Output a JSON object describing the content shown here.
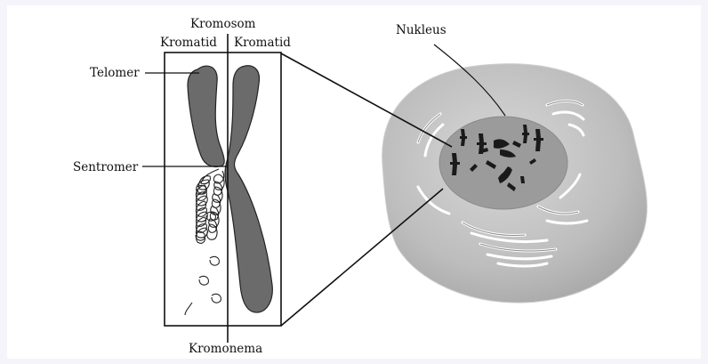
{
  "labels": {
    "kromosom": "Kromosom",
    "kromatid_left": "Kromatid",
    "kromatid_right": "Kromatid",
    "telomer": "Telomer",
    "sentromer": "Sentromer",
    "kromonema": "Kromonema",
    "nukleus": "Nukleus"
  },
  "colors": {
    "background": "#f4f4fa",
    "panel": "#ffffff",
    "chromatid_fill": "#6b6b6b",
    "cell_outer": "#b0b0b0",
    "cell_inner": "#d2d2d2",
    "nucleus": "#9a9a9a",
    "line": "#111111"
  }
}
